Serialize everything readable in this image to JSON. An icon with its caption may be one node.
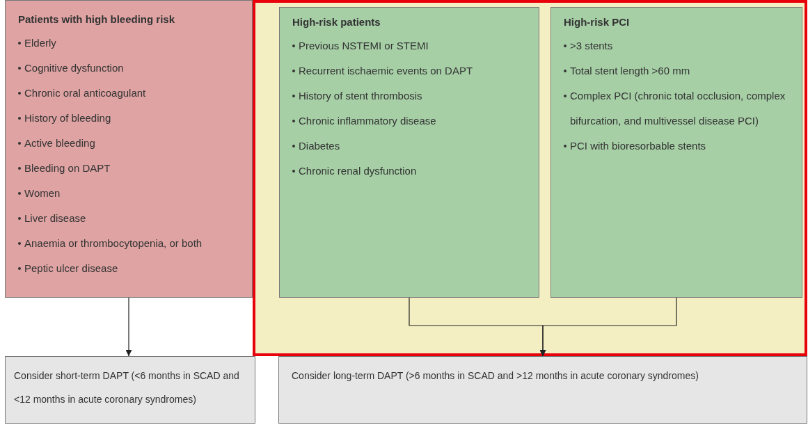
{
  "diagram": {
    "nodes": [
      {
        "text": [
          "Patients with high bleeding risk",
          "Elderly",
          "Cognitive dysfunction",
          "Chronic oral anticoagulant",
          "History of bleeding",
          "Active bleeding",
          "Bleeding on DAPT",
          "Women",
          "Liver disease",
          "Anaemia or thrombocytopenia, or both",
          "Peptic ulcer disease"
        ]
      },
      {
        "text": [],
        "shape": "box"
      },
      {
        "text": [
          "High-risk patients",
          "Previous NSTEMI or STEMI",
          "Recurrent ischaemic events on DAPT",
          "History of stent thrombosis",
          "Chronic inflammatory disease",
          "Diabetes",
          "Chronic renal dysfunction"
        ],
        "in": 1
      },
      {
        "text": [
          "High-risk PCI",
          ">3 stents",
          "Total stent length >60 mm",
          "Complex PCI (chronic total occlusion, complex bifurcation, and multivessel disease PCI)",
          "PCI with bioresorbable stents"
        ],
        "in": 1
      },
      {
        "text": [
          "Consider short-term DAPT (<6 months in SCAD and <12 months in acute coronary syndromes)"
        ]
      },
      {
        "text": [
          "Consider long-term DAPT (>6 months in SCAD and >12 months in acute coronary syndromes)"
        ]
      }
    ],
    "edges": [
      {
        "from": 0,
        "to": 4,
        "arrow": "to"
      },
      {
        "from": 2,
        "to": 5,
        "arrow": "to"
      },
      {
        "from": 3,
        "to": 5,
        "arrow": "to"
      }
    ]
  }
}
